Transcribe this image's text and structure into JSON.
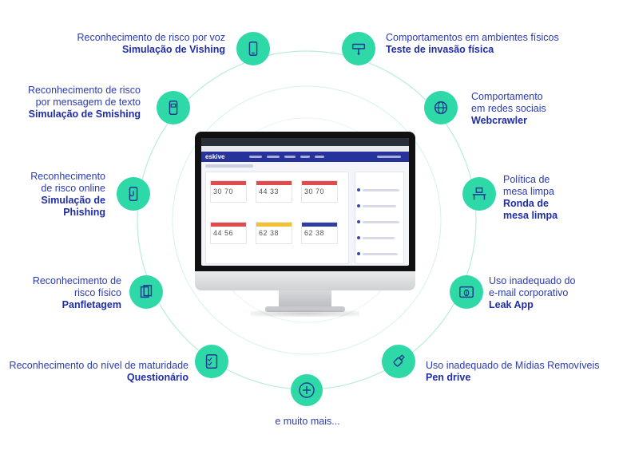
{
  "colors": {
    "accent": "#2ed8a7",
    "text": "#2b3bb2",
    "ring": "#b9ecdc"
  },
  "items": [
    {
      "desc": "Reconhecimento de risco por voz",
      "title": "Simulação de Vishing",
      "icon": "phone-icon"
    },
    {
      "desc": "Reconhecimento de risco por mensagem de texto",
      "title": "Simulação de Smishing",
      "icon": "message-icon"
    },
    {
      "desc": "Reconhecimento de risco online",
      "title": "Simulação de Phishing",
      "icon": "phishing-hook-icon"
    },
    {
      "desc": "Reconhecimento de risco físico",
      "title": "Panfletagem",
      "icon": "flyer-icon"
    },
    {
      "desc": "Reconhecimento do nível de maturidade",
      "title": "Questionário",
      "icon": "checklist-icon"
    },
    {
      "desc": "Comportamentos em ambientes físicos",
      "title": "Teste de invasão física",
      "icon": "security-camera-icon"
    },
    {
      "desc": "Comportamento em redes sociais",
      "title": "Webcrawler",
      "icon": "globe-icon"
    },
    {
      "desc": "Política de mesa limpa",
      "title": "Ronda de mesa limpa",
      "icon": "desk-icon"
    },
    {
      "desc": "Uso inadequado do e-mail corporativo",
      "title": "Leak App",
      "icon": "bug-icon"
    },
    {
      "desc": "Uso inadequado de Mídias Removíveis",
      "title": "Pen drive",
      "icon": "usb-drive-icon"
    }
  ],
  "more": "e muito mais...",
  "screen": {
    "logo": "eskive",
    "cards": [
      {
        "a": "30",
        "b": "70",
        "color": "#e04c4c"
      },
      {
        "a": "44",
        "b": "33",
        "color": "#e04c4c"
      },
      {
        "a": "30",
        "b": "70",
        "color": "#e04c4c"
      },
      {
        "a": "44",
        "b": "56",
        "color": "#e04c4c"
      },
      {
        "a": "62",
        "b": "38",
        "color": "#f2c230"
      },
      {
        "a": "62",
        "b": "38",
        "color": "#2f3f9e"
      }
    ]
  }
}
